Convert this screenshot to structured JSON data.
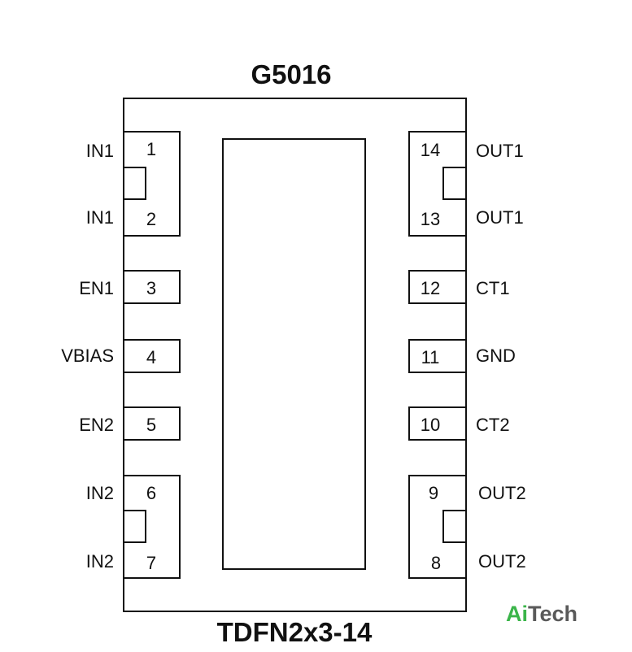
{
  "title": "G5016",
  "package": "TDFN2x3-14",
  "left_pins": [
    {
      "number": "1",
      "name": "IN1"
    },
    {
      "number": "2",
      "name": "IN1"
    },
    {
      "number": "3",
      "name": "EN1"
    },
    {
      "number": "4",
      "name": "VBIAS"
    },
    {
      "number": "5",
      "name": "EN2"
    },
    {
      "number": "6",
      "name": "IN2"
    },
    {
      "number": "7",
      "name": "IN2"
    }
  ],
  "right_pins": [
    {
      "number": "14",
      "name": "OUT1"
    },
    {
      "number": "13",
      "name": "OUT1"
    },
    {
      "number": "12",
      "name": "CT1"
    },
    {
      "number": "11",
      "name": "GND"
    },
    {
      "number": "10",
      "name": "CT2"
    },
    {
      "number": "9",
      "name": "OUT2"
    },
    {
      "number": "8",
      "name": "OUT2"
    }
  ],
  "logo": {
    "part1": "Ai",
    "part2": "Tech"
  },
  "colors": {
    "line": "#111111",
    "logo_green": "#3bb54a",
    "logo_gray": "#5a5a5a"
  }
}
